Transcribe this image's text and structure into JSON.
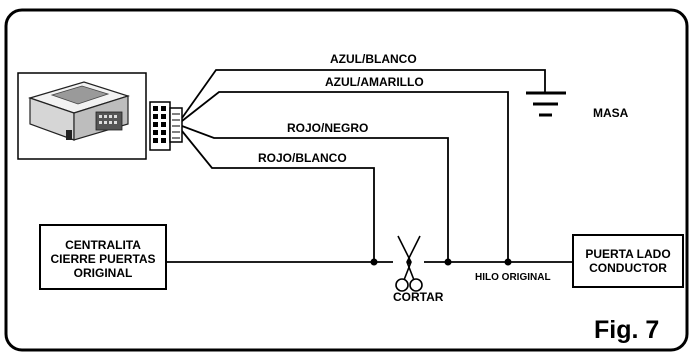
{
  "figure": {
    "label": "Fig. 7"
  },
  "wires": {
    "azul_blanco": "AZUL/BLANCO",
    "azul_amarillo": "AZUL/AMARILLO",
    "rojo_negro": "ROJO/NEGRO",
    "rojo_blanco": "ROJO/BLANCO"
  },
  "ground": {
    "label": "MASA",
    "icon": "ground-icon"
  },
  "cut": {
    "label": "CORTAR",
    "icon": "scissors-icon"
  },
  "original_wire": {
    "label": "HILO ORIGINAL"
  },
  "boxes": {
    "centralita": [
      "CENTRALITA",
      "CIERRE PUERTAS",
      "ORIGINAL"
    ],
    "puerta": [
      "PUERTA LADO",
      "CONDUCTOR"
    ]
  },
  "module": {
    "icon": "control-module-icon",
    "connector_icon": "connector-plug-icon"
  }
}
